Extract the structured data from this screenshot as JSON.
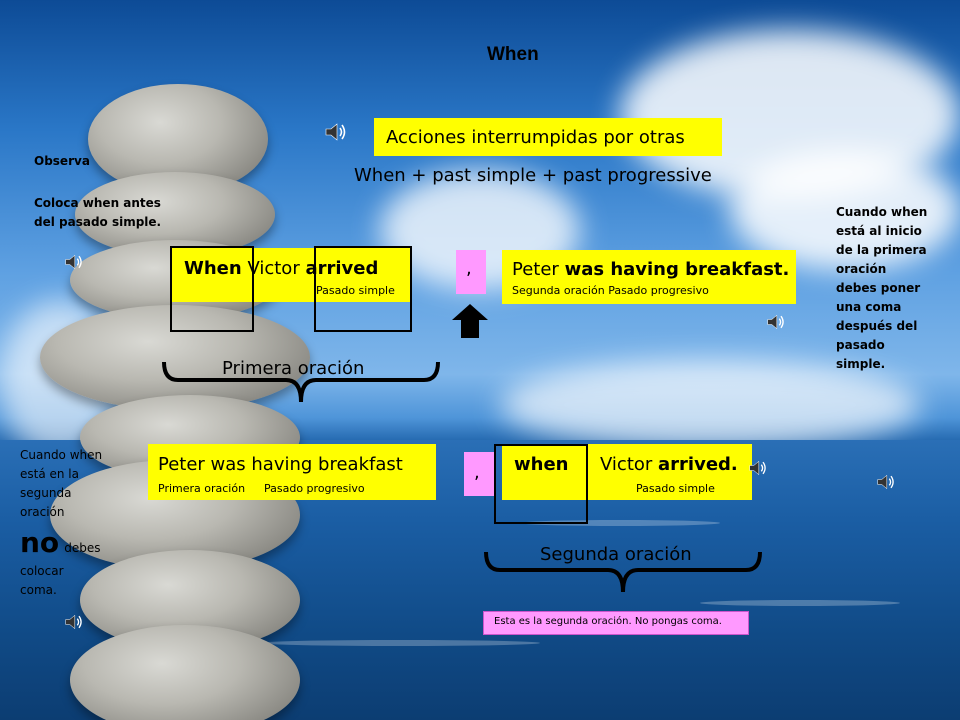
{
  "slide": {
    "title": "When",
    "heading": "Acciones interrumpidas por otras",
    "formula": "When  + past  simple + past progressive"
  },
  "left_note": {
    "line1": "Observa",
    "line2": "Coloca when antes del pasado simple."
  },
  "right_note": {
    "text": "Cuando when está al inicio de la primera oración debes poner una coma después del pasado simple."
  },
  "example1": {
    "when": "When",
    "subject": "Victor",
    "verb": "arrived",
    "tense": "Pasado  simple",
    "comma": ",",
    "main_clause": "Peter",
    "main_clause_bold": "was having breakfast.",
    "main_caption": "Segunda oración Pasado progresivo",
    "bracket_label": "Primera oración"
  },
  "example2": {
    "main_clause": "Peter was having breakfast",
    "main_caption_a": "Primera oración",
    "main_caption_b": "Pasado  progresivo",
    "comma": ",",
    "when": "when",
    "subject": "Victor",
    "verb": "arrived.",
    "tense": "Pasado simple",
    "bracket_label": "Segunda oración",
    "note": "Esta es la segunda oración. No pongas  coma."
  },
  "bottom_left_note": {
    "line1": "Cuando when está en la segunda oración",
    "emph": "no",
    "line2": "debes",
    "line3": "colocar coma."
  },
  "icons": [
    "speaker-icon",
    "up-arrow-icon"
  ]
}
